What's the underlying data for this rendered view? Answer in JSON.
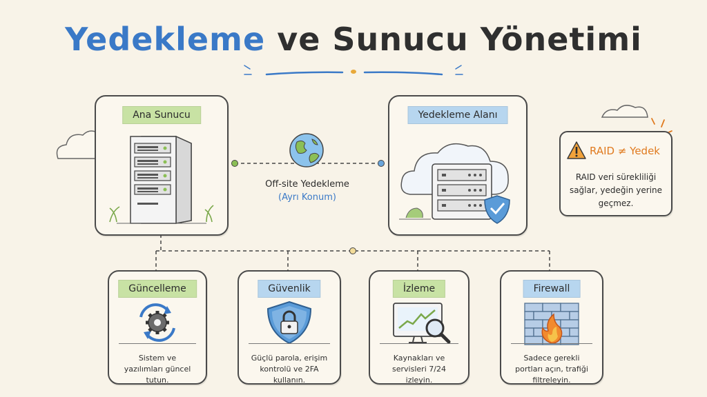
{
  "title": {
    "part1": "Yedekleme",
    "part2": "ve Sunucu Yönetimi"
  },
  "main_server": {
    "label": "Ana Sunucu"
  },
  "backup_area": {
    "label": "Yedekleme Alanı"
  },
  "offsite": {
    "line1": "Off-site Yedekleme",
    "line2": "(Ayrı Konum)"
  },
  "raid": {
    "title": "RAID ≠ Yedek",
    "desc": "RAID veri sürekliliği sağlar, yedeğin yerine geçmez."
  },
  "cards": [
    {
      "label": "Güncelleme",
      "desc": "Sistem ve yazılımları güncel tutun."
    },
    {
      "label": "Güvenlik",
      "desc": "Güçlü parola, erişim kontrolü ve 2FA kullanın."
    },
    {
      "label": "İzleme",
      "desc": "Kaynakları ve servisleri 7/24 izleyin."
    },
    {
      "label": "Firewall",
      "desc": "Sadece gerekli portları açın, trafiği filtreleyin."
    }
  ],
  "colors": {
    "blue": "#3a79c7",
    "green_tag": "#c8e2a4",
    "blue_tag": "#b7d6ef",
    "orange": "#e07a1f",
    "background": "#f8f3e8"
  }
}
